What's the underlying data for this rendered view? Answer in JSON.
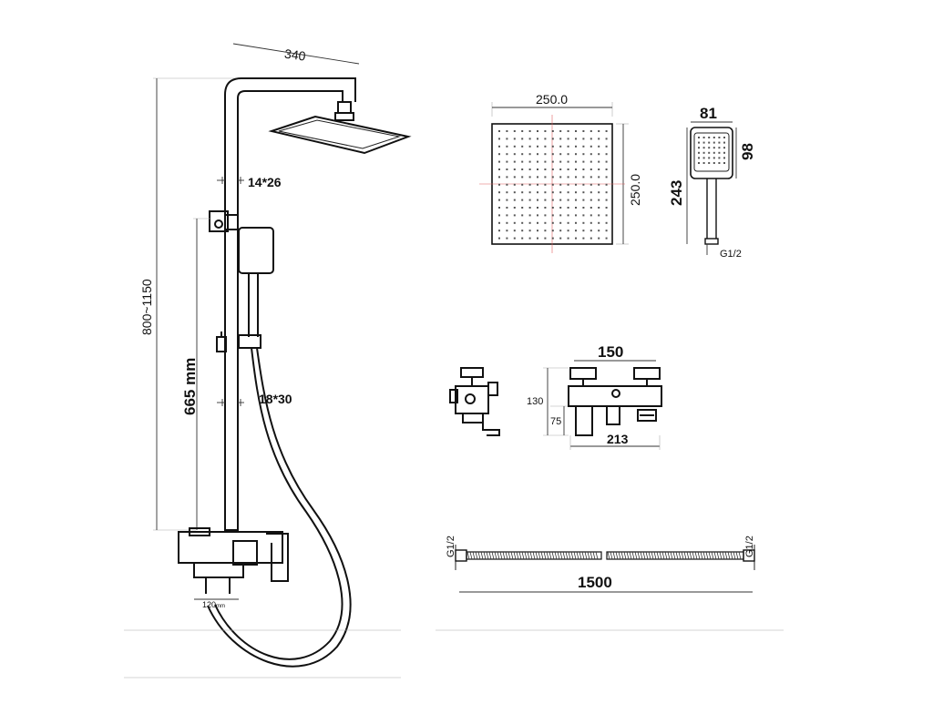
{
  "labels": {
    "arm_length": "340",
    "height_range": "800~1150",
    "bar_length": "665 mm",
    "upper_pipe": "14*26",
    "lower_pipe": "18*30",
    "spout_length": "120",
    "spout_unit": "mm",
    "head_width": "250.0",
    "head_height": "250.0",
    "hand_width": "81",
    "hand_face": "98",
    "hand_length": "243",
    "hand_thread": "G1/2",
    "mixer_centers": "150",
    "mixer_width": "213",
    "mixer_height": "130",
    "mixer_outlet": "75",
    "hose_length": "1500",
    "hose_thread_left": "G1/2",
    "hose_thread_right": "G1/2"
  },
  "colors": {
    "line": "#111111",
    "guide": "#aaaaaa",
    "centerline": "#e06060"
  }
}
